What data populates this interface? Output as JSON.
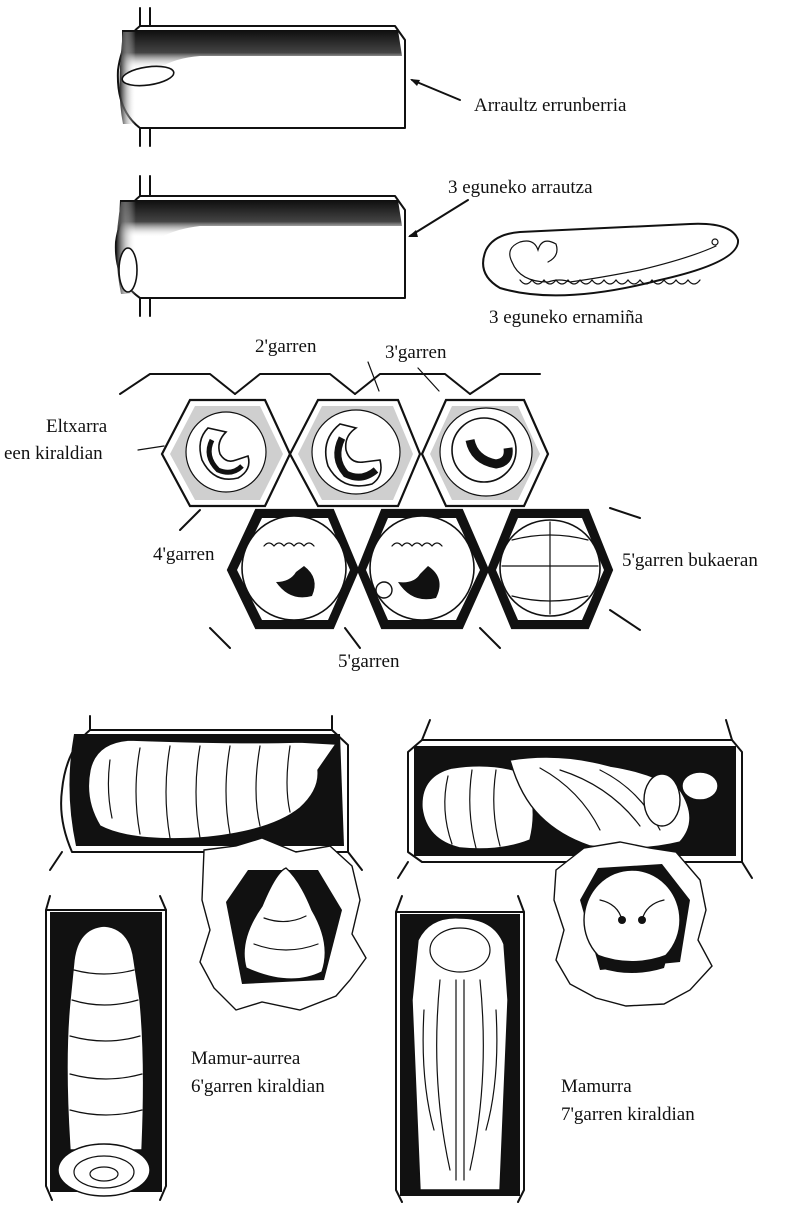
{
  "labels": {
    "egg_fresh": "Arraultz errunberria",
    "egg_day3": "3 eguneko arrautza",
    "embryo_day3": "3 eguneko ernamiña",
    "larva_second": "2'garren",
    "larva_third": "3'garren",
    "larva_first_line1": "Eltxarra",
    "larva_first_line2": "een kiraldian",
    "larva_fourth": "4'garren",
    "larva_fifth_end": "5'garren bukaeran",
    "larva_fifth": "5'garren",
    "prepupa_line1": "Mamur-aurrea",
    "prepupa_line2": "6'garren kiraldian",
    "pupa_line1": "Mamurra",
    "pupa_line2": "7'garren kiraldian"
  }
}
